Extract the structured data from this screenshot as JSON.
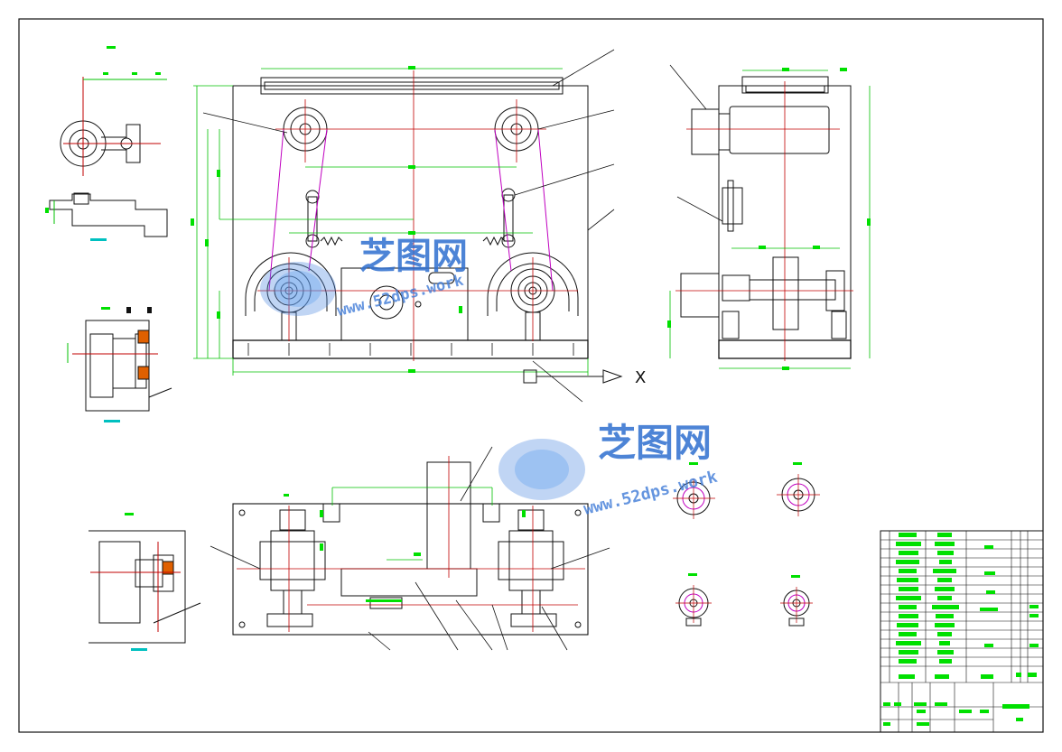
{
  "drawing": {
    "title": "",
    "axis_marker": "X"
  },
  "watermarks": [
    {
      "brand": "芝图网",
      "url": "www.52dps.work"
    },
    {
      "brand": "芝图网",
      "url": "www.52dps.work"
    }
  ],
  "colors": {
    "outline": "#111111",
    "dimension": "#00c000",
    "center_line": "#c00000",
    "belt": "#c000c0",
    "leader": "#111111",
    "dim_text_fill": "#00e000",
    "watermark": "#2f6fd0"
  },
  "title_block": {
    "rows": 18
  }
}
